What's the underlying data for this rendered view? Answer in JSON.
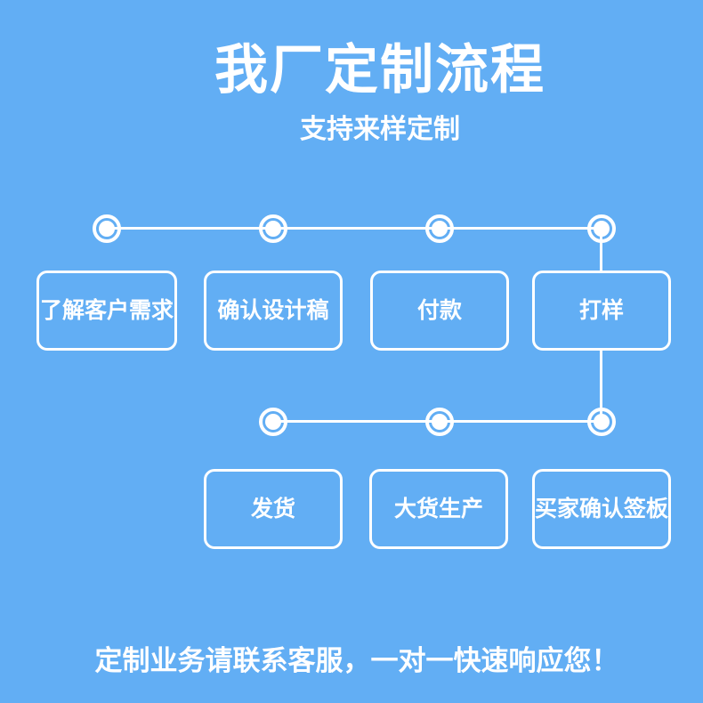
{
  "colors": {
    "background": "#62aef4",
    "foreground": "#ffffff"
  },
  "header": {
    "title": "我厂定制流程",
    "subtitle": "支持来样定制"
  },
  "flow": {
    "row1_steps": [
      {
        "label": "了解客户需求"
      },
      {
        "label": "确认设计稿"
      },
      {
        "label": "付款"
      },
      {
        "label": "打样"
      }
    ],
    "row2_steps": [
      {
        "label": "发货"
      },
      {
        "label": "大货生产"
      },
      {
        "label": "买家确认签板"
      }
    ]
  },
  "footer": {
    "text": "定制业务请联系客服，一对一快速响应您！"
  }
}
